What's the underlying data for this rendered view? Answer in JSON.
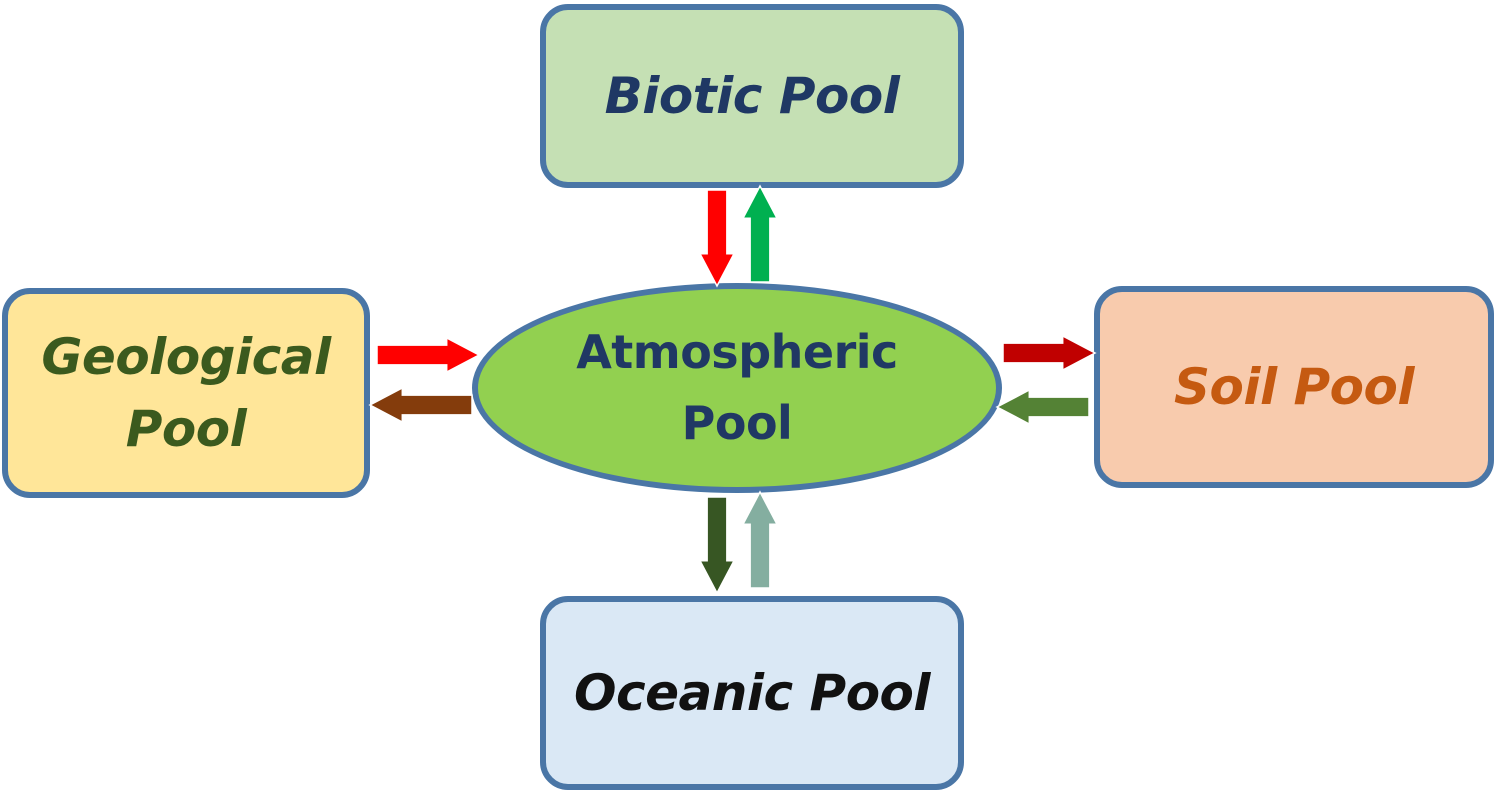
{
  "pools": {
    "biotic": "Biotic Pool",
    "geological": "Geological\nPool",
    "atmospheric": "Atmospheric\nPool",
    "soil": "Soil Pool",
    "oceanic": "Oceanic Pool"
  },
  "arrows": [
    {
      "name": "arrow-biotic-to-atmospheric",
      "direction": "down",
      "color": "#ff0000"
    },
    {
      "name": "arrow-atmospheric-to-biotic",
      "direction": "up",
      "color": "#00b050"
    },
    {
      "name": "arrow-geological-to-atmospheric",
      "direction": "right",
      "color": "#ff0000"
    },
    {
      "name": "arrow-atmospheric-to-geological",
      "direction": "left",
      "color": "#843c0c"
    },
    {
      "name": "arrow-atmospheric-to-soil",
      "direction": "right",
      "color": "#c00000"
    },
    {
      "name": "arrow-soil-to-atmospheric",
      "direction": "left",
      "color": "#548235"
    },
    {
      "name": "arrow-atmospheric-to-oceanic",
      "direction": "down",
      "color": "#375623"
    },
    {
      "name": "arrow-oceanic-to-atmospheric",
      "direction": "up",
      "color": "#84aea0"
    }
  ]
}
